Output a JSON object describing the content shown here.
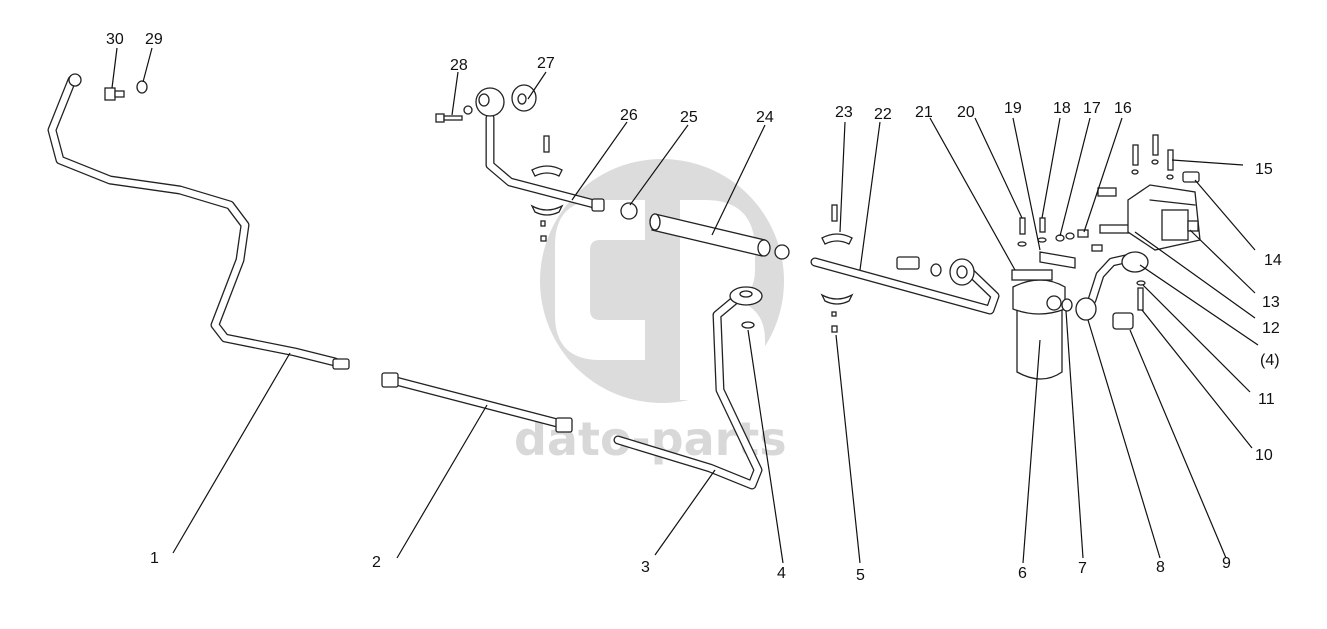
{
  "watermark": {
    "brand": "dato-parts",
    "color": "#d9d9d9"
  },
  "callouts": [
    "1",
    "2",
    "3",
    "4",
    "5",
    "6",
    "7",
    "8",
    "9",
    "10",
    "11",
    "12",
    "(4)",
    "13",
    "14",
    "15",
    "16",
    "17",
    "18",
    "19",
    "20",
    "21",
    "22",
    "23",
    "24",
    "25",
    "26",
    "27",
    "28",
    "29",
    "30"
  ],
  "colors": {
    "line": "#222222",
    "background": "#ffffff"
  }
}
